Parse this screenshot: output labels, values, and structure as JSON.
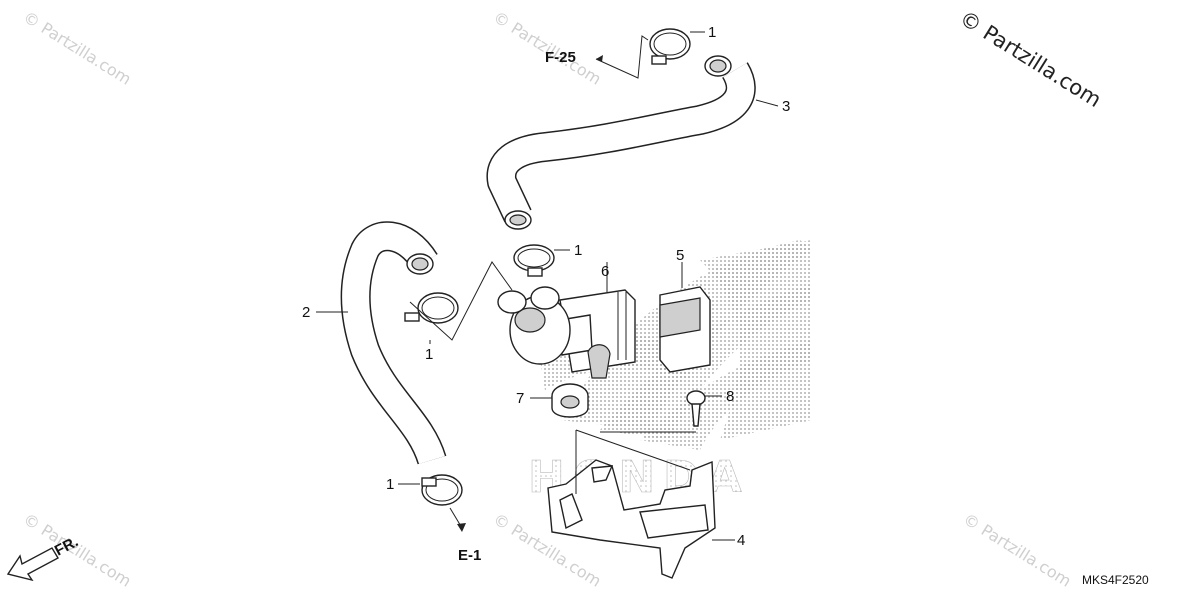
{
  "copyright": "© Partzilla.com",
  "watermarks": [
    "© Partzilla.com",
    "© Partzilla.com",
    "© Partzilla.com",
    "© Partzilla.com",
    "© Partzilla.com"
  ],
  "background_logo": "HONDA",
  "diagram_code": "MKS4F2520",
  "direction": {
    "label": "FR."
  },
  "references": {
    "top": "F-25",
    "bottom": "E-1"
  },
  "callouts": {
    "clamp_top": "1",
    "clamp_mid": "1",
    "clamp_left": "1",
    "clamp_bottom": "1",
    "hose_left": "2",
    "hose_upper": "3",
    "bracket": "4",
    "rubber_mount": "5",
    "valve": "6",
    "grommet": "7",
    "screw": "8"
  },
  "colors": {
    "line": "#222222",
    "watermark": "#cfcfcf",
    "dots": "#9a9a9a"
  }
}
